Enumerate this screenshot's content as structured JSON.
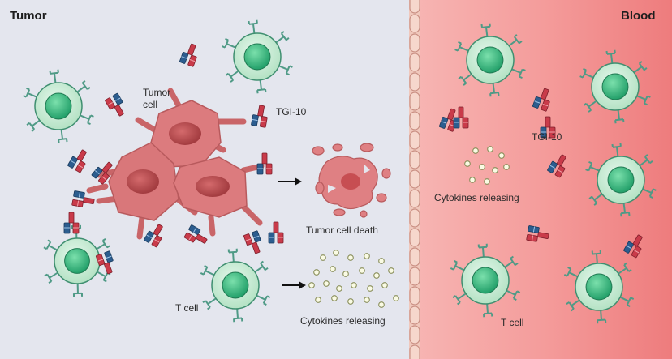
{
  "panels": {
    "left_title": "Tumor",
    "right_title": "Blood"
  },
  "labels": {
    "tumor_cell": [
      "Tumor",
      "cell"
    ],
    "tgi_left": "TGI-10",
    "tgi_right": "TGI-10",
    "tumor_cell_death": "Tumor cell death",
    "cytokines_left": "Cytokines  releasing",
    "cytokines_right": "Cytokines  releasing",
    "t_cell_left": "T cell",
    "t_cell_right": "T cell"
  },
  "colors": {
    "tumor_bg": "#e4e6ee",
    "blood_bg": "#f28e8e",
    "t_cell_outer": "#c9ecd6",
    "t_cell_nucleus": "#3fbf83",
    "tumor_cell": "#d9777a",
    "tumor_nucleus": "#b5484b",
    "antibody_blue": "#2c5d8f",
    "antibody_red": "#c93b4a"
  }
}
